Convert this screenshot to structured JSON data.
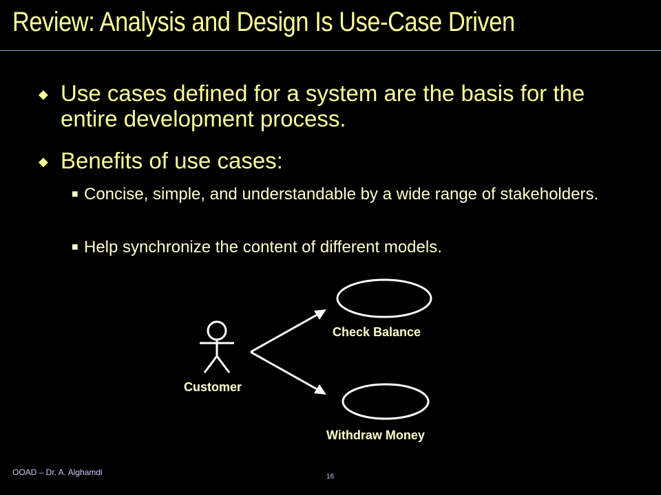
{
  "slide": {
    "title": "Review: Analysis and Design Is Use-Case Driven",
    "bullets": [
      {
        "text": "Use cases defined for a system are the basis for the entire development process."
      },
      {
        "text": "Benefits of use cases:",
        "subbullets": [
          {
            "text": "Concise, simple, and understandable by a wide range of stakeholders."
          },
          {
            "text": "Help synchronize the content of different models."
          }
        ]
      }
    ]
  },
  "diagram": {
    "actor": {
      "label": "Customer",
      "icon": "stick-figure-icon"
    },
    "use_cases": [
      {
        "label": "Check Balance"
      },
      {
        "label": "Withdraw Money"
      }
    ]
  },
  "footer": {
    "author": "OOAD – Dr. A. Alghamdi",
    "page_number": "16"
  },
  "colors": {
    "background": "#000000",
    "title": "#ffff99",
    "bullet_text": "#ffff99",
    "sub_text": "#ffffcc",
    "diagram_stroke": "#ffffff",
    "rule": "#8fa8c8"
  }
}
